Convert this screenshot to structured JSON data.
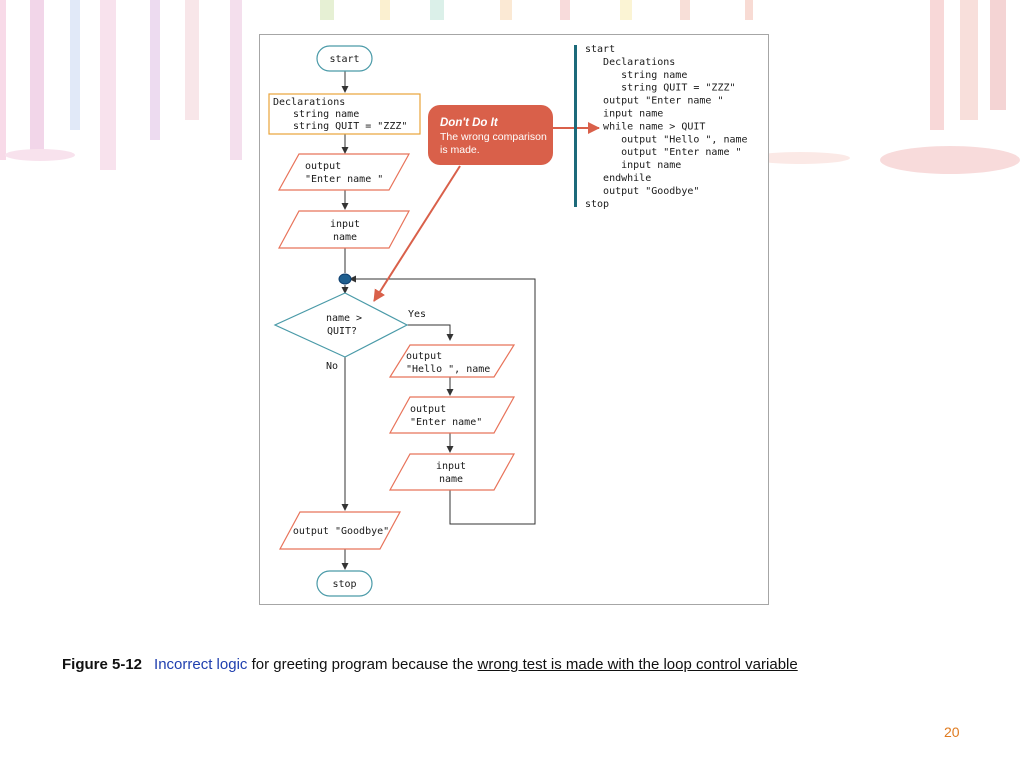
{
  "flowchart": {
    "start": "start",
    "declarations": [
      "Declarations",
      "string name",
      "string QUIT = \"ZZZ\""
    ],
    "output_enter_1": [
      "output",
      "\"Enter name \""
    ],
    "input_1": [
      "input",
      "name"
    ],
    "decision": [
      "name >",
      "QUIT?"
    ],
    "yes": "Yes",
    "no": "No",
    "output_hello": [
      "output",
      "\"Hello \", name"
    ],
    "output_enter_2": [
      "output",
      "\"Enter name\""
    ],
    "input_2": [
      "input",
      "name"
    ],
    "output_goodbye": "output \"Goodbye\"",
    "stop": "stop"
  },
  "callout": {
    "title": "Don't Do It",
    "lines": [
      "The wrong comparison",
      "is made."
    ]
  },
  "pseudocode": [
    "start",
    "   Declarations",
    "      string name",
    "      string QUIT = \"ZZZ\"",
    "   output \"Enter name \"",
    "   input name",
    "   while name > QUIT",
    "      output \"Hello \", name",
    "      output \"Enter name \"",
    "      input name",
    "   endwhile",
    "   output \"Goodbye\"",
    "stop"
  ],
  "caption": {
    "label": "Figure 5-12",
    "part1": "Incorrect logic",
    "part2": " for greeting program because the ",
    "part3": "wrong test is made with the loop control variable"
  },
  "page_number": "20",
  "colors": {
    "shape_stroke": "#e8735a",
    "decl_stroke": "#e8a33a",
    "decision_stroke": "#4a9aa8",
    "callout_fill": "#d9604a",
    "code_bar": "#1c6a7a",
    "connector_fill": "#1f5f8f",
    "caption_blue": "#1f3faf",
    "page_number": "#e07b1f"
  }
}
